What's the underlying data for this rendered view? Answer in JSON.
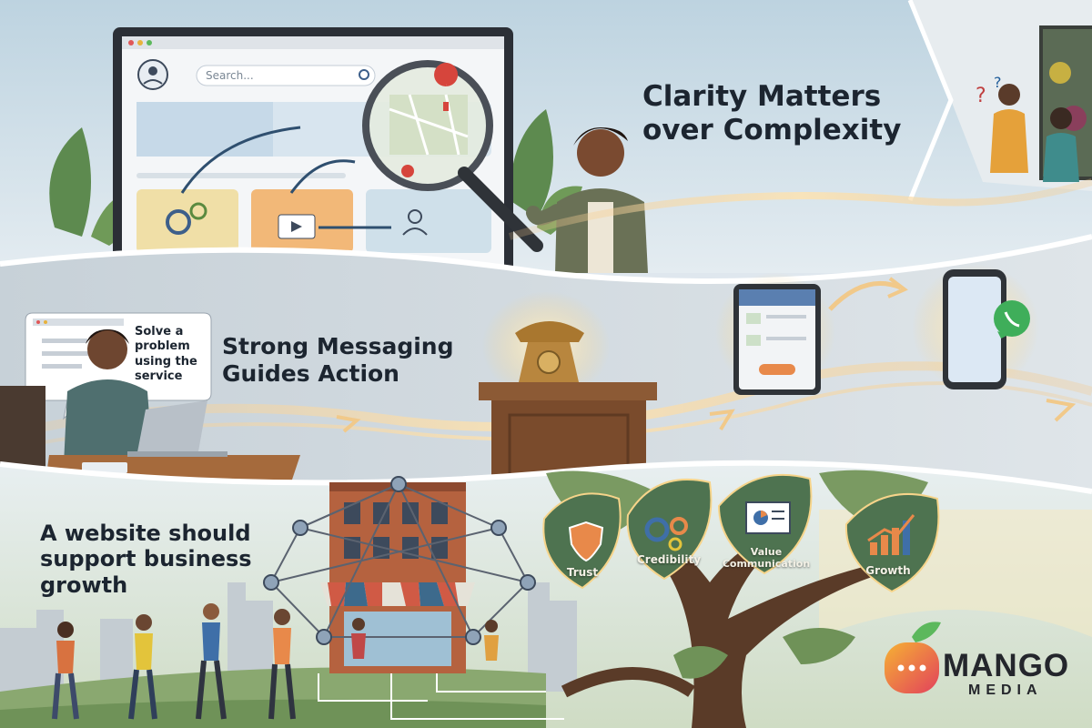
{
  "panels": {
    "clarity": {
      "title_line1": "Clarity Matters",
      "title_line2": "over Complexity",
      "search_placeholder": "Search..."
    },
    "messaging": {
      "title_line1": "Strong Messaging",
      "title_line2": "Guides Action",
      "speech_line1": "Solve a",
      "speech_line2": "problem",
      "speech_line3": "using the",
      "speech_line4": "service"
    },
    "growth": {
      "title_line1": "A website should",
      "title_line2": "support business",
      "title_line3": "growth",
      "leaves": [
        "Trust",
        "Credibility",
        "Value Communication",
        "Growth"
      ]
    }
  },
  "brand": {
    "name": "MANGO",
    "sub": "MEDIA"
  },
  "colors": {
    "sky_top": "#c9dbe6",
    "mid_band": "#cfd8de",
    "bottom_sky": "#e7eef0",
    "accent_orange": "#e8894a",
    "leaf_green": "#4e7350",
    "glow": "#f6d48a",
    "text_dark": "#1c2530",
    "logo_orange": "#f2a23b",
    "logo_pink": "#e0475b"
  }
}
